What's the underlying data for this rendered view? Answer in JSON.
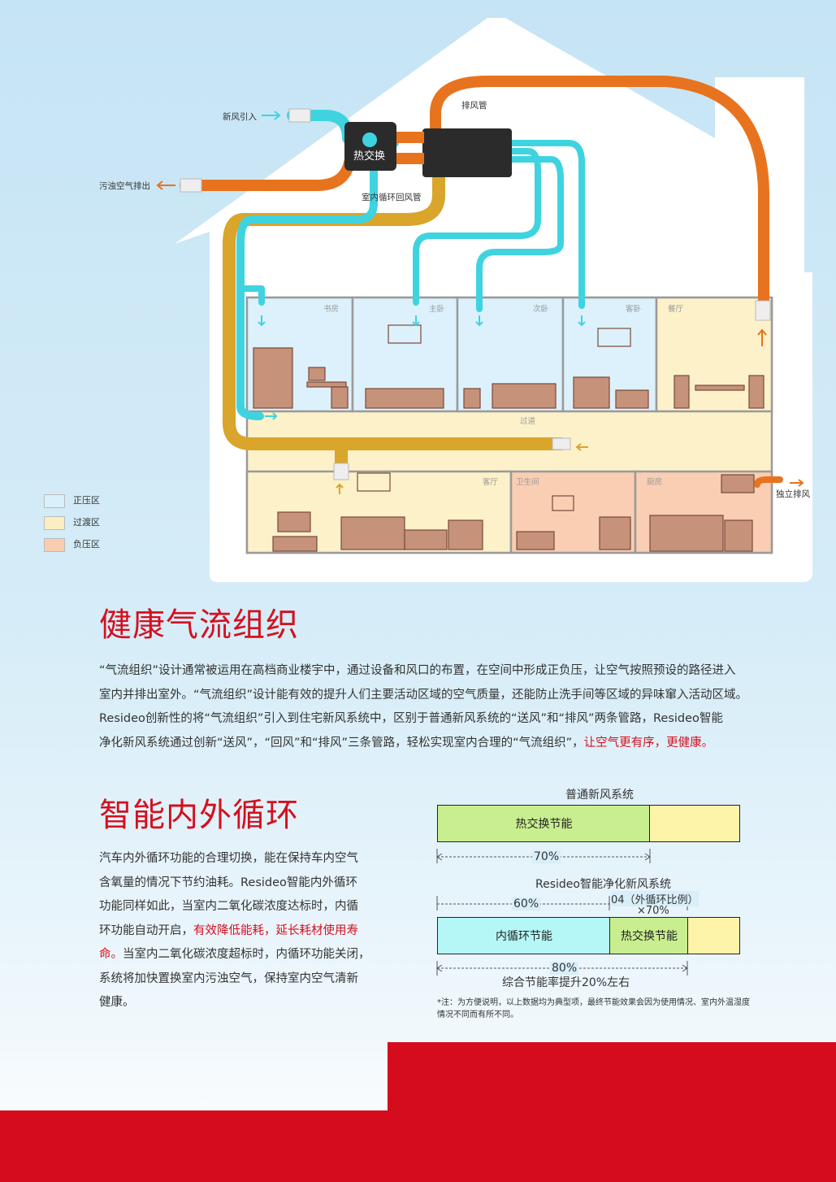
{
  "diagram": {
    "labels": {
      "fresh_in": "新风引入",
      "exhaust_out": "污浊空气排出",
      "exhaust_pipe": "排风管",
      "return_pipe": "室内循环回风管",
      "heat_exchange": "热交换",
      "independent_exhaust": "独立排风",
      "corridor": "过道"
    },
    "rooms": {
      "study": "书房",
      "master_bedroom": "主卧",
      "second_bedroom": "次卧",
      "guest_room": "客卧",
      "dining": "餐厅",
      "living": "客厅",
      "bathroom": "卫生间",
      "kitchen": "厨房"
    },
    "legend": [
      {
        "label": "正压区",
        "color": "#d9f1fb"
      },
      {
        "label": "过渡区",
        "color": "#fbeec0"
      },
      {
        "label": "负压区",
        "color": "#f9cdb2"
      }
    ],
    "colors": {
      "fresh_pipe": "#3fd3e0",
      "exhaust_pipe": "#e8731e",
      "return_pipe": "#d9a52a",
      "house": "#ffffff",
      "sky": "#c5e4f5"
    }
  },
  "section1": {
    "title": "健康气流组织",
    "lines": [
      "“气流组织”设计通常被运用在高档商业楼宇中，通过设备和风口的布置，在空间中形成正负压，让空气按照预设的路径进入",
      "室内并排出室外。“气流组织”设计能有效的提升人们主要活动区域的空气质量，还能防止洗手间等区域的异味窜入活动区域。",
      "Resideo创新性的将“气流组织”引入到住宅新风系统中，区别于普通新风系统的“送风”和“排风”两条管路，Resideo智能",
      "净化新风系统通过创新“送风”，“回风”和“排风”三条管路，轻松实现室内合理的“气流组织”，"
    ],
    "highlight": "让空气更有序，更健康。"
  },
  "section2": {
    "title": "智能内外循环",
    "lines": [
      "汽车内外循环功能的合理切换，能在保持车内空气",
      "含氧量的情况下节约油耗。Resideo智能内外循环",
      "功能同样如此，当室内二氧化碳浓度达标时，内循",
      "环功能自动开启，"
    ],
    "highlight": "有效降低能耗，延长耗材使用寿",
    "highlight2": "命。",
    "after": "当室内二氧化碳浓度超标时，内循环功能关闭，",
    "lines_end": [
      "系统将加快置换室内污浊空气，保持室内空气清新",
      "健康。"
    ]
  },
  "chart_data": {
    "type": "bar",
    "charts": [
      {
        "title": "普通新风系统",
        "segments": [
          {
            "label": "热交换节能",
            "share": 70,
            "color": "#c8ee8f"
          },
          {
            "label": "",
            "share": 30,
            "color": "#fdf3a9"
          }
        ],
        "annotations": [
          {
            "label": "70%"
          }
        ]
      },
      {
        "title": "Resideo智能净化新风系统",
        "segments": [
          {
            "label": "内循环节能",
            "share": 60,
            "color": "#b5f7f7"
          },
          {
            "label": "热交换节能",
            "share": 28,
            "color": "#c8ee8f"
          },
          {
            "label": "",
            "share": 12,
            "color": "#fdf3a9"
          }
        ],
        "annotations": [
          {
            "label": "60%"
          },
          {
            "label": "04（外循环比例）",
            "label2": "×70%"
          },
          {
            "label": "80%"
          }
        ],
        "summary": "综合节能率提升20%左右"
      }
    ],
    "note": [
      "*注：为方便说明，以上数据均为典型项，最终节能效果会因为使用情况、室内外温湿度",
      "情况不同而有所不同。"
    ]
  }
}
